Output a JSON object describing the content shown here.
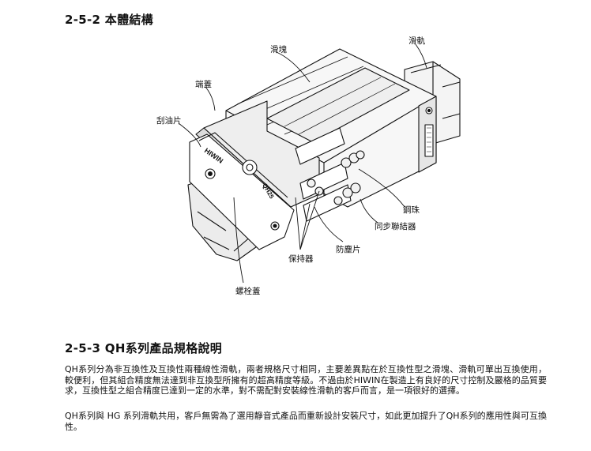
{
  "section_structure": {
    "heading": "2-5-2 本體結構",
    "labels": {
      "block": "滑塊",
      "rail": "滑軌",
      "end_cap": "端蓋",
      "wiper": "刮油片",
      "ball": "鋼珠",
      "sync_connector": "同步聯結器",
      "dust_seal": "防塵片",
      "retainer": "保持器",
      "bolt_cap": "螺栓蓋"
    },
    "markings": {
      "brand": "HIWIN",
      "model": "QH25"
    }
  },
  "section_spec": {
    "heading": "2-5-3 QH系列產品規格說明",
    "paragraph_1": "QH系列分為非互換性及互換性兩種線性滑軌，兩者規格尺寸相同，主要差異點在於互換性型之滑塊、滑軌可單出互換使用，較便利，但其組合精度無法達到非互換型所擁有的超高精度等級。不過由於HIWIN在製造上有良好的尺寸控制及嚴格的品質要求，互換性型之組合精度已達到一定的水準，對不需配對安裝線性滑軌的客戶而言，是一項很好的選擇。",
    "paragraph_2": "QH系列與 HG 系列滑軌共用，客戶無需為了選用靜音式產品而重新設計安裝尺寸，如此更加提升了QH系列的應用性與可互換性。"
  }
}
